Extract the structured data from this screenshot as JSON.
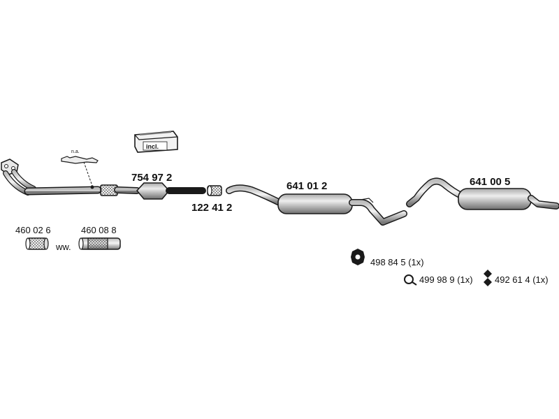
{
  "parts": {
    "catalytic_converter": "754 97 2",
    "connector": "122 41 2",
    "centre_silencer": "641 01 2",
    "rear_silencer": "641 00 5",
    "repair_pipe_a": "460 02 6",
    "repair_pipe_b": "460 08 8"
  },
  "notes": {
    "na": "n.a.",
    "incl": "incl.",
    "ww": "ww."
  },
  "mounting": {
    "hanger": "498 84 5 (1x)",
    "ring": "499 98 9 (1x)",
    "clamp": "492 61 4 (1x)"
  },
  "colors": {
    "outline": "#1a1a1a",
    "shade": "#8a8a8a",
    "highlight": "#d9d9d9"
  }
}
